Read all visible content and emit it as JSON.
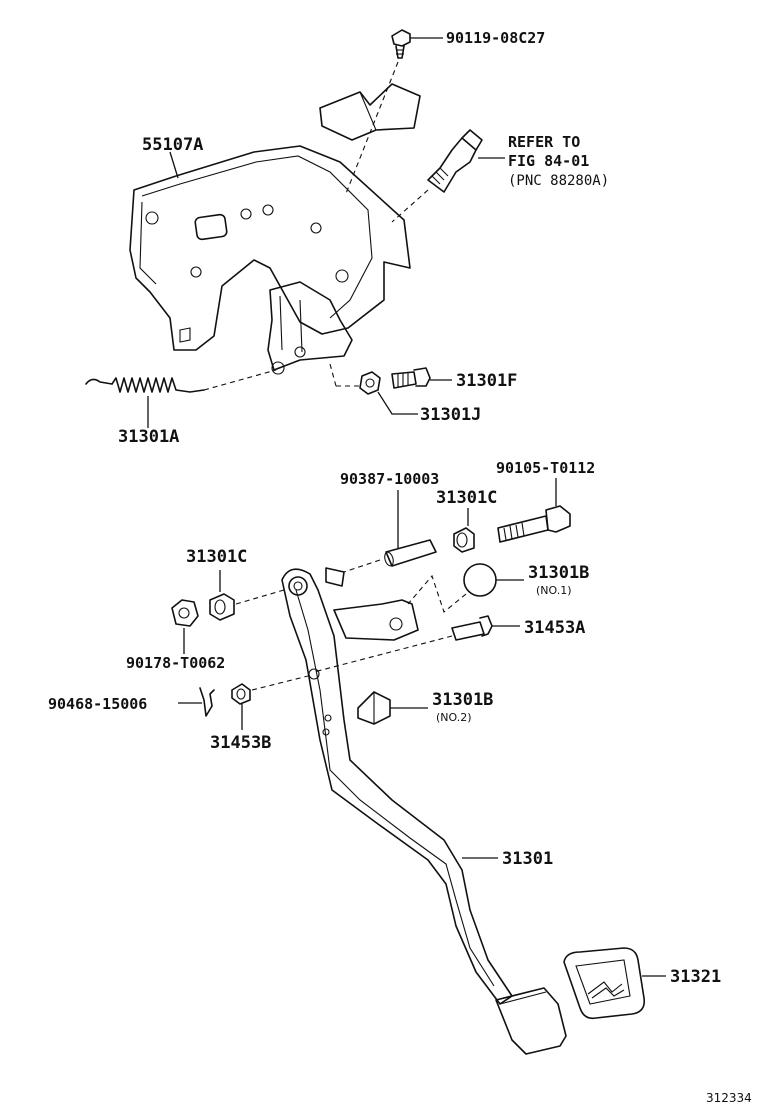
{
  "diagram": {
    "labels": {
      "p90119": "90119-08C27",
      "p55107a": "55107A",
      "refer_line1": "REFER TO",
      "refer_line2": "FIG 84-01",
      "refer_line3": "(PNC 88280A)",
      "p31301f": "31301F",
      "p31301j": "31301J",
      "p31301a": "31301A",
      "p90387": "90387-10003",
      "p90105": "90105-T0112",
      "p31301c_top": "31301C",
      "p31301c_left": "31301C",
      "p31301b_1": "31301B",
      "p31301b_1_sub": "(NO.1)",
      "p31453a": "31453A",
      "p90178": "90178-T0062",
      "p90468": "90468-15006",
      "p31301b_2": "31301B",
      "p31301b_2_sub": "(NO.2)",
      "p31453b": "31453B",
      "p31301": "31301",
      "p31321": "31321"
    },
    "figure_id": "312334"
  }
}
